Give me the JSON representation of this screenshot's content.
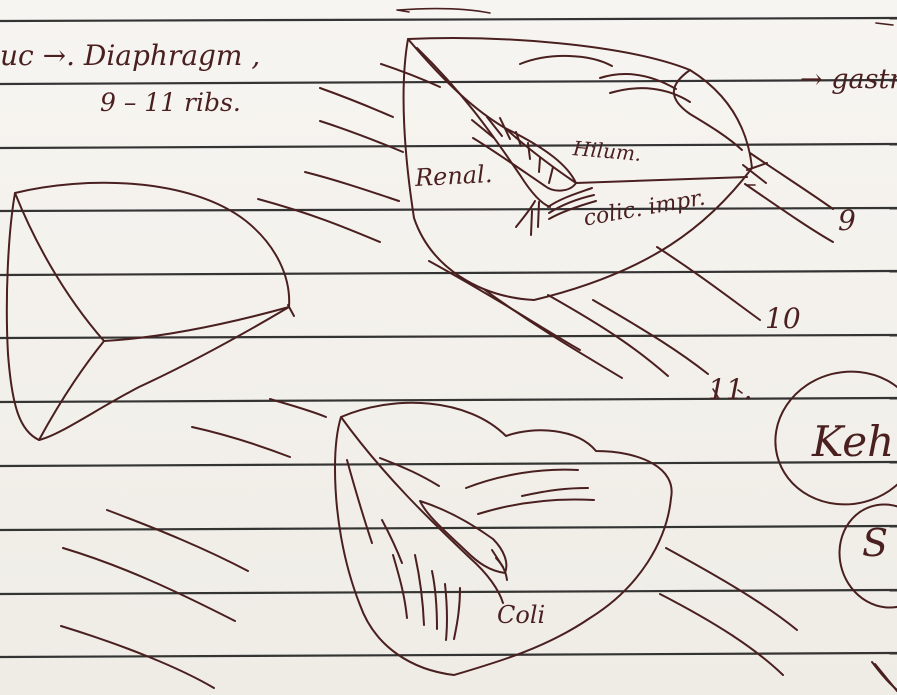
{
  "notes": {
    "line1": "uc →. Diaphragm ,",
    "line2": "9 – 11 ribs.",
    "gastric": "→ gastr.",
    "renal": "Renal.",
    "hilum": "Hilum.",
    "colic": "colic. impr.",
    "rib9": "9",
    "rib10": "10",
    "rib11": "11.",
    "colic2": "Coli",
    "bubble1": "Keh",
    "bubble2": "S"
  }
}
